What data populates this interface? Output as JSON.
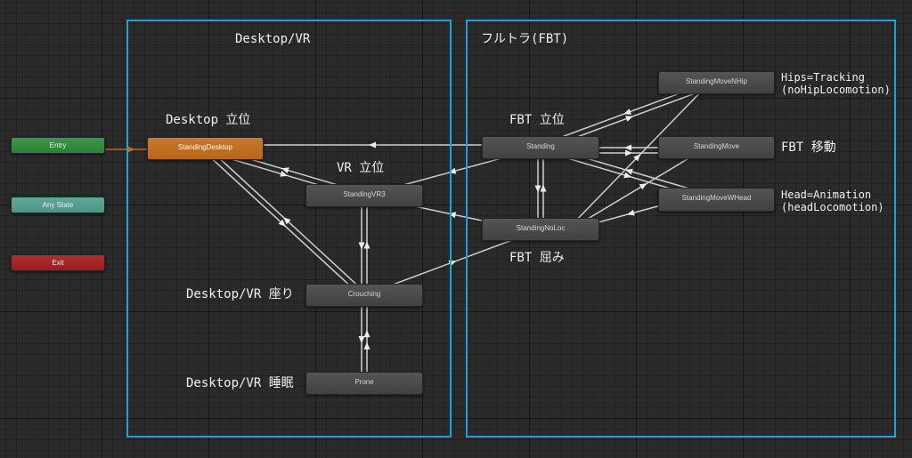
{
  "groups": {
    "desktop_vr": {
      "title": "Desktop/VR",
      "frame_color": "#1fa2d4"
    },
    "fbt": {
      "title": "フルトラ(FBT)",
      "frame_color": "#1fa2d4"
    }
  },
  "states": {
    "entry": {
      "label": "Entry",
      "color": "#2e8d3a"
    },
    "any_state": {
      "label": "Any State",
      "color": "#55a190"
    },
    "exit": {
      "label": "Exit",
      "color": "#a81f1f"
    },
    "standing_desktop": {
      "label": "StandingDesktop",
      "color": "#c66f1c"
    },
    "standing_vr3": {
      "label": "StandingVR3",
      "color": "#474747"
    },
    "crouching": {
      "label": "Crouching",
      "color": "#474747"
    },
    "prone": {
      "label": "Prone",
      "color": "#474747"
    },
    "standing": {
      "label": "Standing",
      "color": "#474747"
    },
    "standing_no_loc": {
      "label": "StandingNoLoc",
      "color": "#474747"
    },
    "standing_move_nhip": {
      "label": "StandingMoveNHip",
      "color": "#474747"
    },
    "standing_move": {
      "label": "StandingMove",
      "color": "#474747"
    },
    "standing_move_whead": {
      "label": "StandingMoveWHead",
      "color": "#474747"
    }
  },
  "annotations": {
    "desktop_standing": "Desktop 立位",
    "vr_standing": "VR 立位",
    "desktop_vr_sitting": "Desktop/VR 座り",
    "desktop_vr_sleeping": "Desktop/VR 睡眠",
    "fbt_standing": "FBT 立位",
    "fbt_crouching": "FBT 屈み",
    "fbt_moving": "FBT 移動",
    "hips_mode": "Hips=Tracking",
    "hips_param": "(noHipLocomotion)",
    "head_mode": "Head=Animation",
    "head_param": "(headLocomotion)"
  },
  "transition_colors": {
    "default": "#cfcfcf",
    "arrow": "#ececec",
    "entry": "#b8692a"
  }
}
